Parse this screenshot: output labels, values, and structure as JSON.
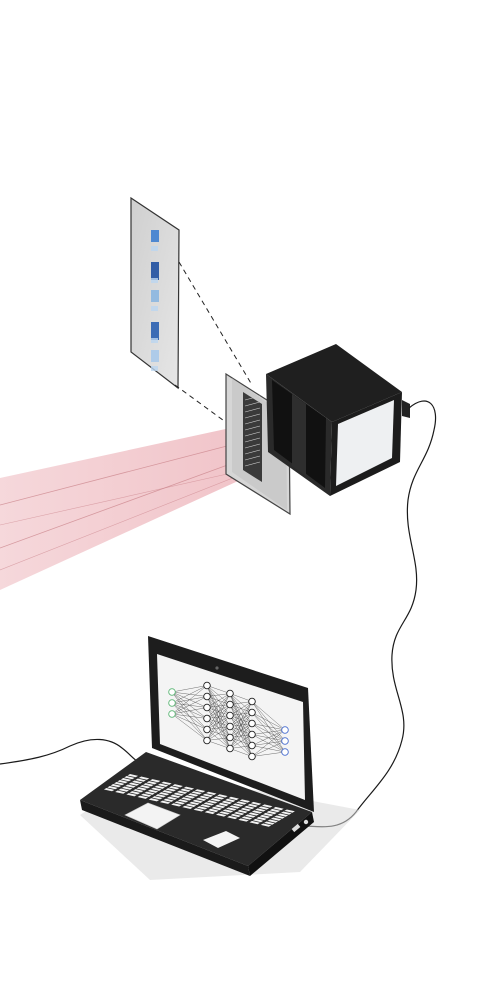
{
  "diagram": {
    "laptop_brand_mark": "",
    "colors": {
      "background": "#ffffff",
      "beam": "#e8a0a8",
      "camera_body": "#1f1f1f",
      "camera_face": "#eef0f2",
      "laptop_body": "#2a2a2a",
      "laptop_screen": "#f4f4f4",
      "keys": "#f2f2f2",
      "cable": "#1a1a1a",
      "projection_panel": "#d8d8d8",
      "speckle_tile": "#2a6fc0",
      "net_input_node": "#5fb878",
      "net_output_node": "#4a6fd0"
    },
    "components": [
      "laser-beam",
      "speckle-pattern-panel",
      "metasurface-plate",
      "camera",
      "usb-cable",
      "laptop",
      "neural-network-display"
    ],
    "network": {
      "layers": [
        3,
        6,
        6,
        6,
        3
      ]
    }
  }
}
